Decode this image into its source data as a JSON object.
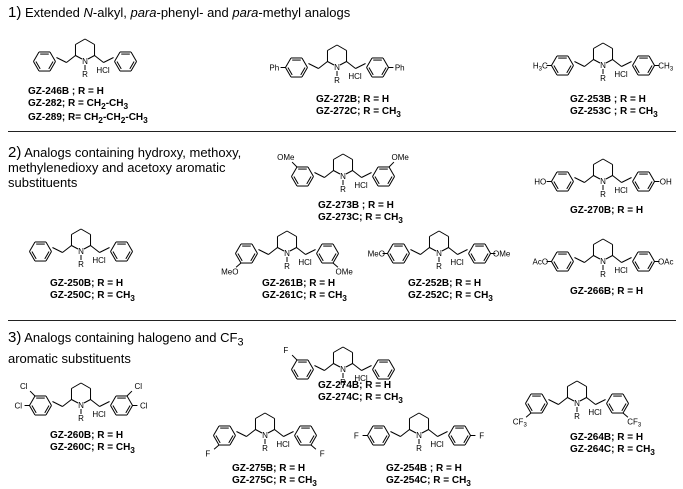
{
  "sections": [
    {
      "num": "1)",
      "title_a": "Extended ",
      "title_n": "N",
      "title_b": "-alkyl, ",
      "title_para1": "para",
      "title_c": "-phenyl- and ",
      "title_para2": "para",
      "title_d": "-methyl analogs"
    },
    {
      "num": "2)",
      "line1": "Analogs containing hydroxy, methoxy,",
      "line2": "methylenedioxy and acetoxy aromatic",
      "line3": "substituents"
    },
    {
      "num": "3)",
      "line1_a": "Analogs containing halogeno and CF",
      "line1_sub": "3",
      "line2": "aromatic substituents"
    }
  ],
  "atoms": {
    "N": "N",
    "R": "R",
    "HCl": "HCl",
    "Ph": "Ph",
    "OMe": "OMe",
    "MeO": "MeO",
    "OH": "OH",
    "HO": "HO",
    "OAc": "OAc",
    "AcO": "AcO",
    "F": "F",
    "Cl": "Cl",
    "CF3": "CF3",
    "H3C": "H3C",
    "CH3": "CH3"
  },
  "compounds": {
    "gz246": [
      "GZ-246B ; R = H",
      "GZ-282; R = CH2-CH3",
      "GZ-289; R= CH2-CH2-CH3"
    ],
    "gz272": [
      "GZ-272B; R = H",
      "GZ-272C; R = CH3"
    ],
    "gz253": [
      "GZ-253B ; R = H",
      "GZ-253C ; R = CH3"
    ],
    "gz273": [
      "GZ-273B ; R = H",
      "GZ-273C; R = CH3"
    ],
    "gz270": [
      "GZ-270B; R = H"
    ],
    "gz250": [
      "GZ-250B; R = H",
      "GZ-250C; R = CH3"
    ],
    "gz261": [
      "GZ-261B; R = H",
      "GZ-261C; R = CH3"
    ],
    "gz252": [
      "GZ-252B; R = H",
      "GZ-252C; R = CH3"
    ],
    "gz266": [
      "GZ-266B; R = H"
    ],
    "gz274": [
      "GZ-274B; R = H",
      "GZ-274C; R = CH3"
    ],
    "gz260": [
      "GZ-260B; R = H",
      "GZ-260C; R = CH3"
    ],
    "gz264": [
      "GZ-264B; R = H",
      "GZ-264C; R = CH3"
    ],
    "gz275": [
      "GZ-275B; R = H",
      "GZ-275C; R = CH3"
    ],
    "gz254": [
      "GZ-254B ; R = H",
      "GZ-254C; R = CH3"
    ]
  }
}
